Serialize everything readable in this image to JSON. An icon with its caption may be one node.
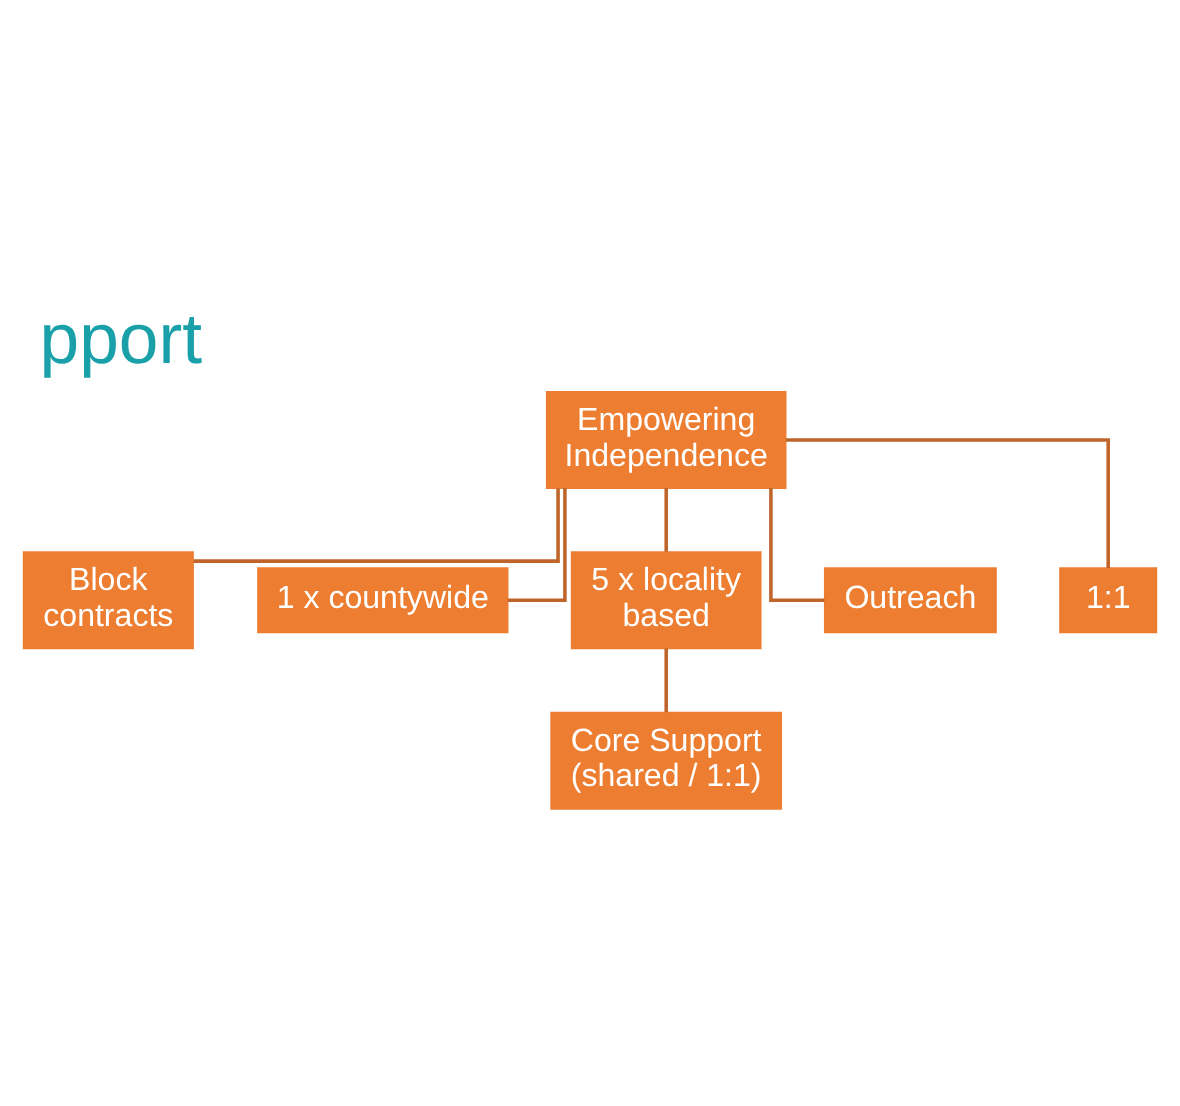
{
  "diagram": {
    "title": "pport",
    "nodes": [
      {
        "text": [
          "Empowering Independence"
        ]
      },
      {
        "text": [
          "Block contracts"
        ]
      },
      {
        "text": [
          "1 x countywide"
        ]
      },
      {
        "text": [
          "5 x locality based"
        ]
      },
      {
        "text": [
          "Core Support (shared / 1:1)"
        ]
      },
      {
        "text": [
          "Outreach"
        ]
      },
      {
        "text": [
          "1:1"
        ]
      }
    ],
    "edges": [
      {
        "from": 0,
        "to": 1,
        "arrow": "none"
      },
      {
        "from": 0,
        "to": 2,
        "arrow": "none"
      },
      {
        "from": 0,
        "to": 3,
        "arrow": "none"
      },
      {
        "from": 3,
        "to": 4,
        "arrow": "none"
      },
      {
        "from": 0,
        "to": 5,
        "arrow": "none"
      },
      {
        "from": 0,
        "to": 6,
        "arrow": "none"
      }
    ]
  }
}
